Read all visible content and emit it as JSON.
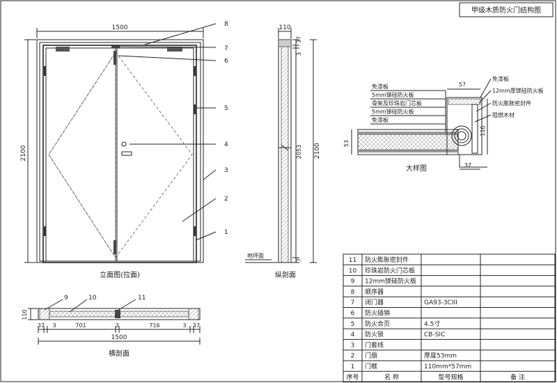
{
  "title": "甲级木质防火门结构图",
  "front_view": {
    "caption": "立面图(拉面)",
    "width_dim": "1500",
    "height_dim": "2100",
    "callouts": [
      "8",
      "7",
      "6",
      "5",
      "4",
      "3",
      "2",
      "1"
    ]
  },
  "vertical_section": {
    "caption": "纵剖面",
    "top_dim": "110",
    "right_dims": [
      "37",
      "3",
      "2053",
      "7"
    ],
    "total_dim": "2100",
    "floor_label": "地坪面"
  },
  "horizontal_section": {
    "caption": "横剖面",
    "callouts": [
      "9",
      "10",
      "11"
    ],
    "height_dim": "110",
    "dims": [
      "37",
      "3",
      "701",
      "3",
      "716",
      "3",
      "37"
    ],
    "total_dim": "1500"
  },
  "detail": {
    "caption": "大样图",
    "left_labels": [
      "免漆板",
      "5mm锑硅防火板",
      "骨架及珍珠岩门芯板",
      "5mm锑硅防火板",
      "免漆板"
    ],
    "right_labels": [
      "免漆板",
      "12mm厚镁硅防火板",
      "防火膨胀密封件",
      "阻燃木材"
    ],
    "dims": {
      "top": "57",
      "left": "53",
      "right": "110",
      "bottom": "37"
    }
  },
  "table": {
    "headers": {
      "no": "序号",
      "name": "名 称",
      "spec": "型号规格",
      "note": "备 注"
    },
    "rows": [
      {
        "no": "11",
        "name": "防火膨胀密封件",
        "spec": ""
      },
      {
        "no": "10",
        "name": "珍珠岩防火门芯板",
        "spec": ""
      },
      {
        "no": "9",
        "name": "12mm镁硅防火板",
        "spec": ""
      },
      {
        "no": "8",
        "name": "顺序器",
        "spec": ""
      },
      {
        "no": "7",
        "name": "闭门器",
        "spec": "GA93-3CIII"
      },
      {
        "no": "6",
        "name": "防火插销",
        "spec": ""
      },
      {
        "no": "5",
        "name": "防火合页",
        "spec": "4.5寸"
      },
      {
        "no": "4",
        "name": "防火锁",
        "spec": "CB-SIC"
      },
      {
        "no": "3",
        "name": "门套线",
        "spec": ""
      },
      {
        "no": "2",
        "name": "门扇",
        "spec": "厚度53mm"
      },
      {
        "no": "1",
        "name": "门框",
        "spec": "110mm*57mm"
      }
    ]
  }
}
